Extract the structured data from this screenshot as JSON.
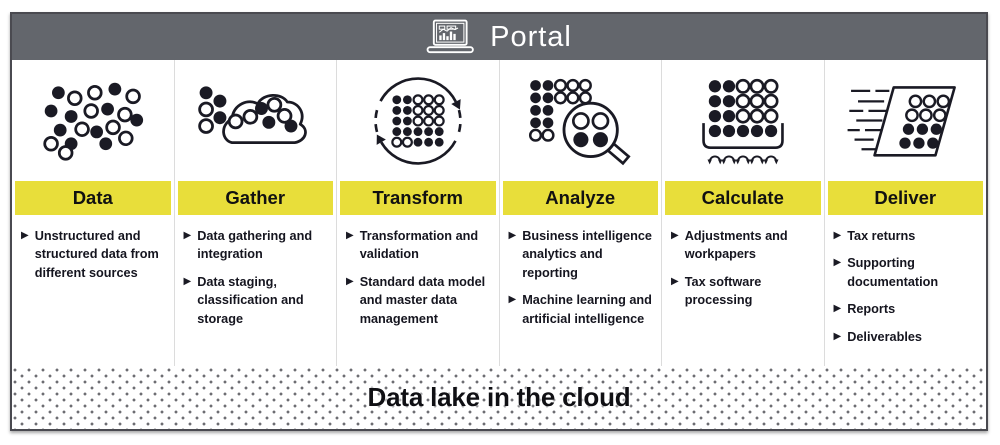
{
  "header": {
    "title": "Portal"
  },
  "columns": [
    {
      "label": "Data",
      "bullets": [
        "Unstructured and structured data from different sources"
      ]
    },
    {
      "label": "Gather",
      "bullets": [
        "Data gathering and integration",
        "Data staging, classification and storage"
      ]
    },
    {
      "label": "Transform",
      "bullets": [
        "Transformation and validation",
        "Standard data model and master data management"
      ]
    },
    {
      "label": "Analyze",
      "bullets": [
        "Business intelligence analytics and reporting",
        "Machine learning and artificial intelligence"
      ]
    },
    {
      "label": "Calculate",
      "bullets": [
        "Adjustments and workpapers",
        "Tax software processing"
      ]
    },
    {
      "label": "Deliver",
      "bullets": [
        "Tax returns",
        "Supporting documentation",
        "Reports",
        "Deliverables"
      ]
    }
  ],
  "footer": {
    "title": "Data lake in the cloud"
  },
  "ui": {
    "bullet_glyph": "▶"
  },
  "colors": {
    "accent_yellow": "#E8DE3A",
    "header_gray": "#63666C",
    "ink": "#1A1A24",
    "divider": "#DCDCDC",
    "footer_dots": "#6D6D72"
  }
}
